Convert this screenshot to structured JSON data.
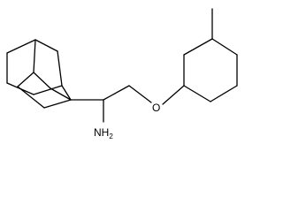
{
  "molecule": {
    "atoms": {
      "amine": {
        "label": "NH",
        "subscript": "2"
      },
      "ether_oxygen": {
        "label": "O"
      }
    },
    "colors": {
      "bond": "#000000",
      "background": "#ffffff"
    }
  }
}
